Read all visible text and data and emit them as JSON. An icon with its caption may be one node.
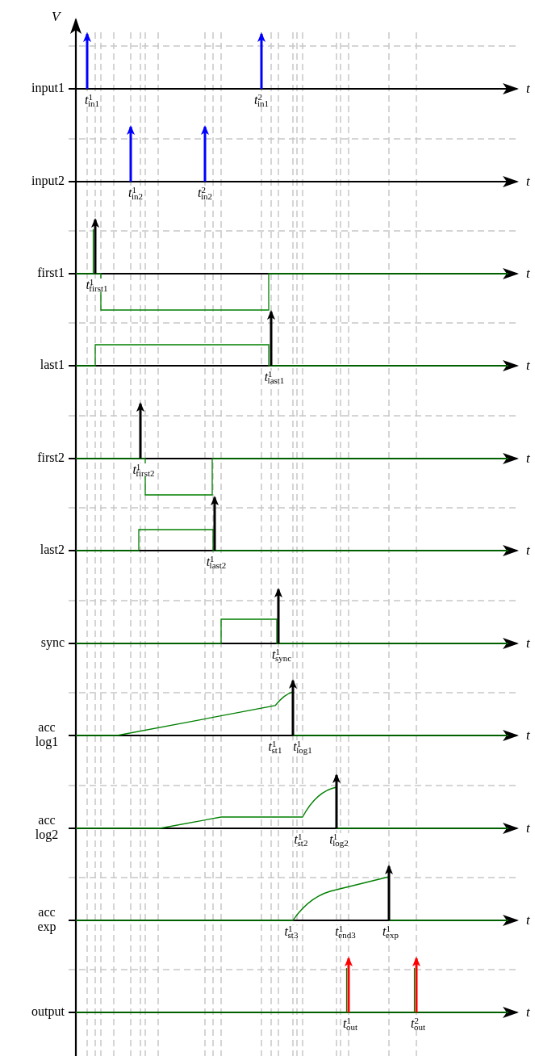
{
  "diagram": {
    "labels": [
      "V",
      "input1",
      "t",
      "*t*$^{1}$$_{in1}$",
      "*t*$^{2}$$_{in1}$",
      "input2",
      "t",
      "*t*$^{1}$$_{in2}$",
      "*t*$^{2}$$_{in2}$",
      "first1",
      "t",
      "*t*$^{1}$$_{first1}$",
      "last1",
      "t",
      "*t*$^{1}$$_{last1}$",
      "first2",
      "t",
      "*t*$^{1}$$_{first2}$",
      "last2",
      "t",
      "*t*$^{1}$$_{last2}$",
      "sync",
      "t",
      "*t*$^{1}$$_{sync}$",
      "acc log1",
      "t",
      "*t*$^{1}$$_{st1}$",
      "*t*$^{1}$$_{log1}$",
      "acc log2",
      "t",
      "*t*$^{1}$$_{st2}$",
      "*t*$^{1}$$_{log2}$",
      "acc exp",
      "t",
      "*t*$^{1}$$_{st3}$",
      "*t*$^{1}$$_{end3}$",
      "*t*$^{1}$$_{exp}$",
      "output",
      "t",
      "*t*$^{1}$$_{out}$",
      "*t*$^{2}$$_{out}$"
    ]
  }
}
